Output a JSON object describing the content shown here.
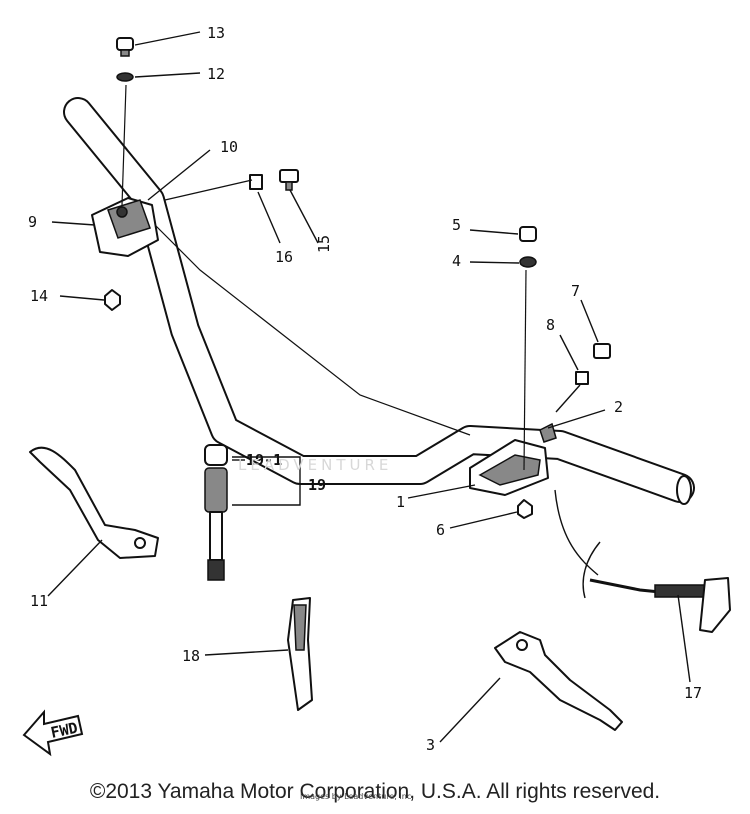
{
  "callouts": {
    "c1": "1",
    "c2": "2",
    "c3": "3",
    "c4": "4",
    "c5": "5",
    "c6": "6",
    "c7": "7",
    "c8": "8",
    "c9": "9",
    "c10": "10",
    "c11": "11",
    "c12": "12",
    "c13": "13",
    "c14": "14",
    "c15": "15",
    "c16": "16",
    "c17": "17",
    "c18": "18",
    "c19": "19",
    "c19_1": "19-1"
  },
  "fwd_label": "FWD",
  "watermark": "LEADVENTURE",
  "source_note": "Images by Leadventure, Inc.",
  "copyright": "©2013 Yamaha Motor Corporation, U.S.A. All rights reserved."
}
